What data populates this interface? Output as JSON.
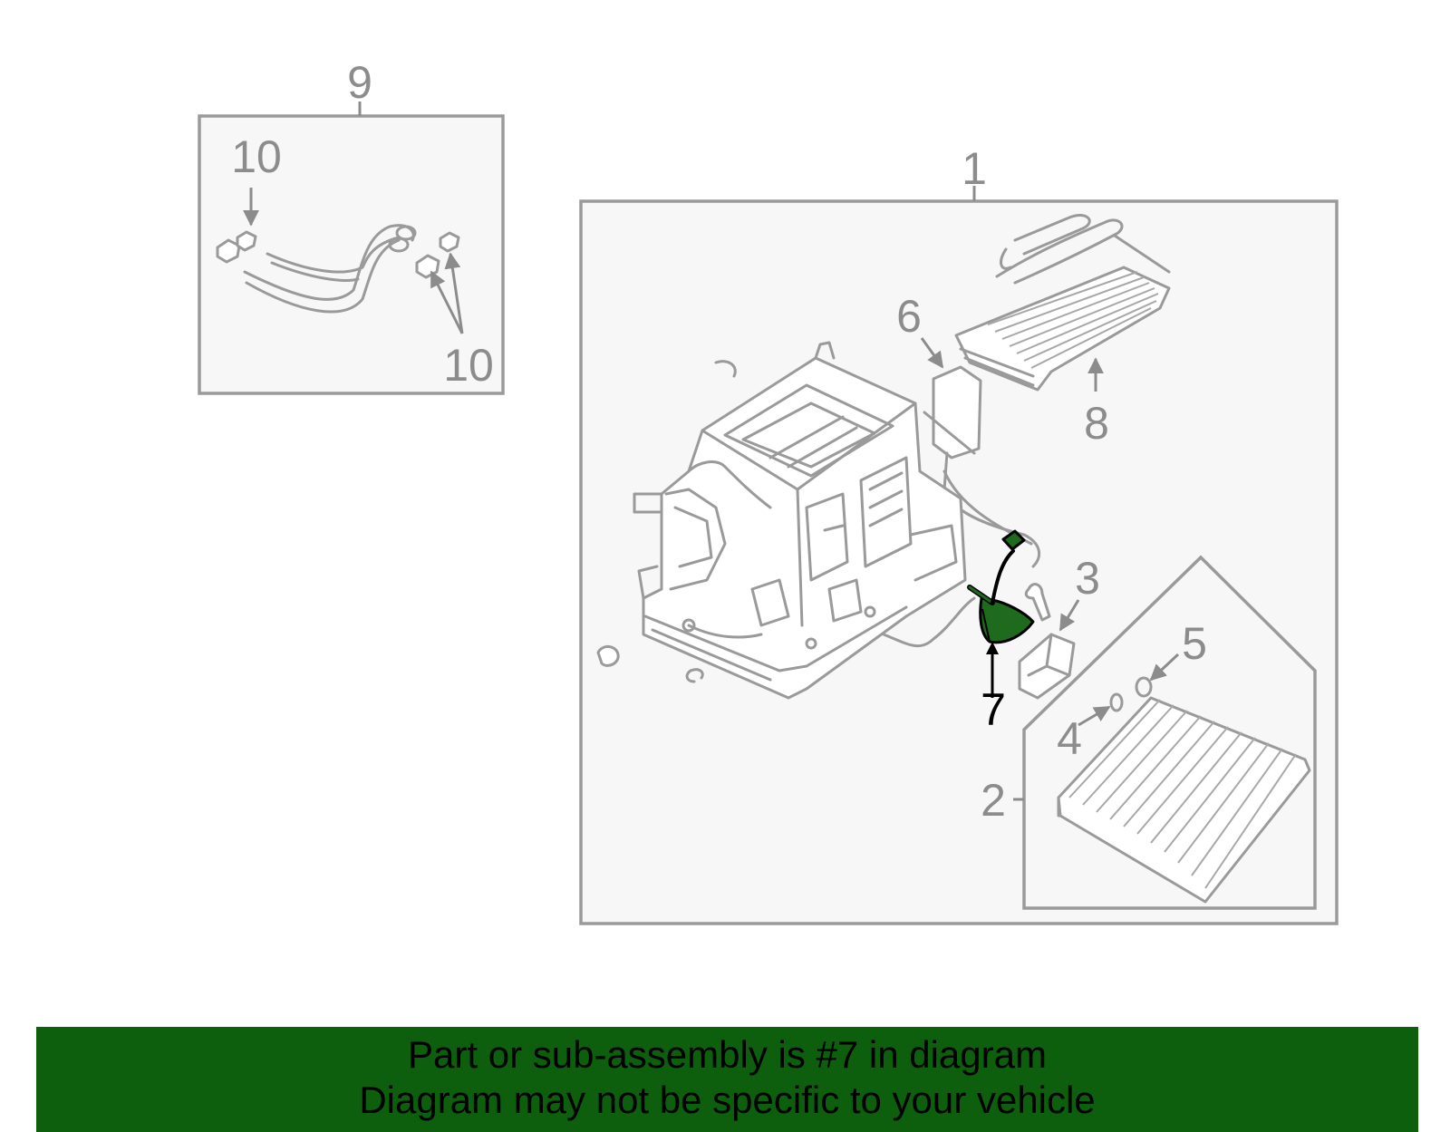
{
  "diagram": {
    "callouts": {
      "c1": "1",
      "c2": "2",
      "c3": "3",
      "c4": "4",
      "c5": "5",
      "c6": "6",
      "c7": "7",
      "c8": "8",
      "c9": "9",
      "c10a": "10",
      "c10b": "10"
    },
    "highlighted_part": "7",
    "colors": {
      "line_art": "#9a9a9a",
      "highlight": "#1e6b1e",
      "banner": "#0d5e0d"
    }
  },
  "banner": {
    "line1": "Part or sub-assembly is #7 in diagram",
    "line2": "Diagram may not be specific to your vehicle"
  }
}
